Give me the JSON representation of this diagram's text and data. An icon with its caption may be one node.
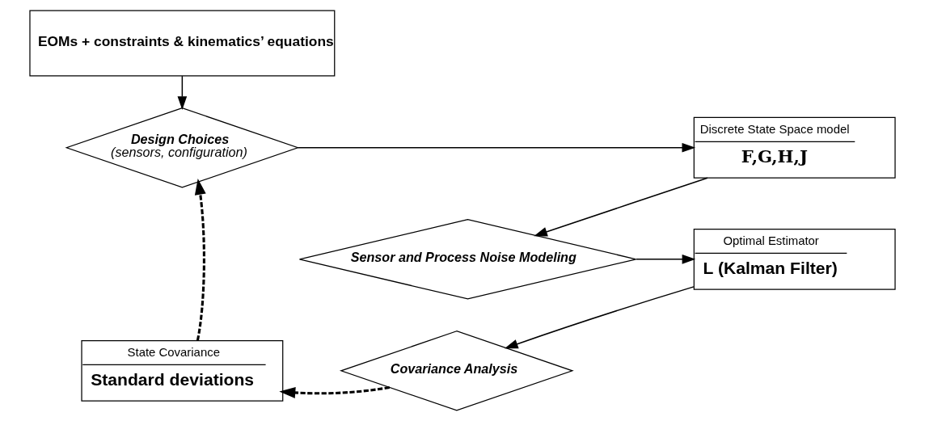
{
  "diagram": {
    "nodes": [
      {
        "text": [
          "EOMs + constraints & kinematics’ equations"
        ]
      },
      {
        "text": [
          "Design Choices",
          "(sensors, configuration)"
        ]
      },
      {
        "text": [
          "Discrete State Space model",
          "F,G,H,J"
        ]
      },
      {
        "text": [
          "Sensor and Process Noise Modeling"
        ]
      },
      {
        "text": [
          "Optimal Estimator",
          "L (Kalman Filter)"
        ]
      },
      {
        "text": [
          "Covariance Analysis"
        ]
      },
      {
        "text": [
          "State Covariance",
          "Standard deviations"
        ]
      }
    ],
    "edges": [
      {
        "from": 0,
        "to": 1,
        "arrow": "to"
      },
      {
        "from": 1,
        "to": 2,
        "arrow": "to"
      },
      {
        "from": 2,
        "to": 3,
        "arrow": "to"
      },
      {
        "from": 3,
        "to": 4,
        "arrow": "to"
      },
      {
        "from": 4,
        "to": 5,
        "arrow": "to"
      },
      {
        "from": 5,
        "to": 6,
        "arrow": "to",
        "style": "dashed"
      },
      {
        "from": 6,
        "to": 1,
        "arrow": "to",
        "style": "dashed"
      }
    ]
  }
}
